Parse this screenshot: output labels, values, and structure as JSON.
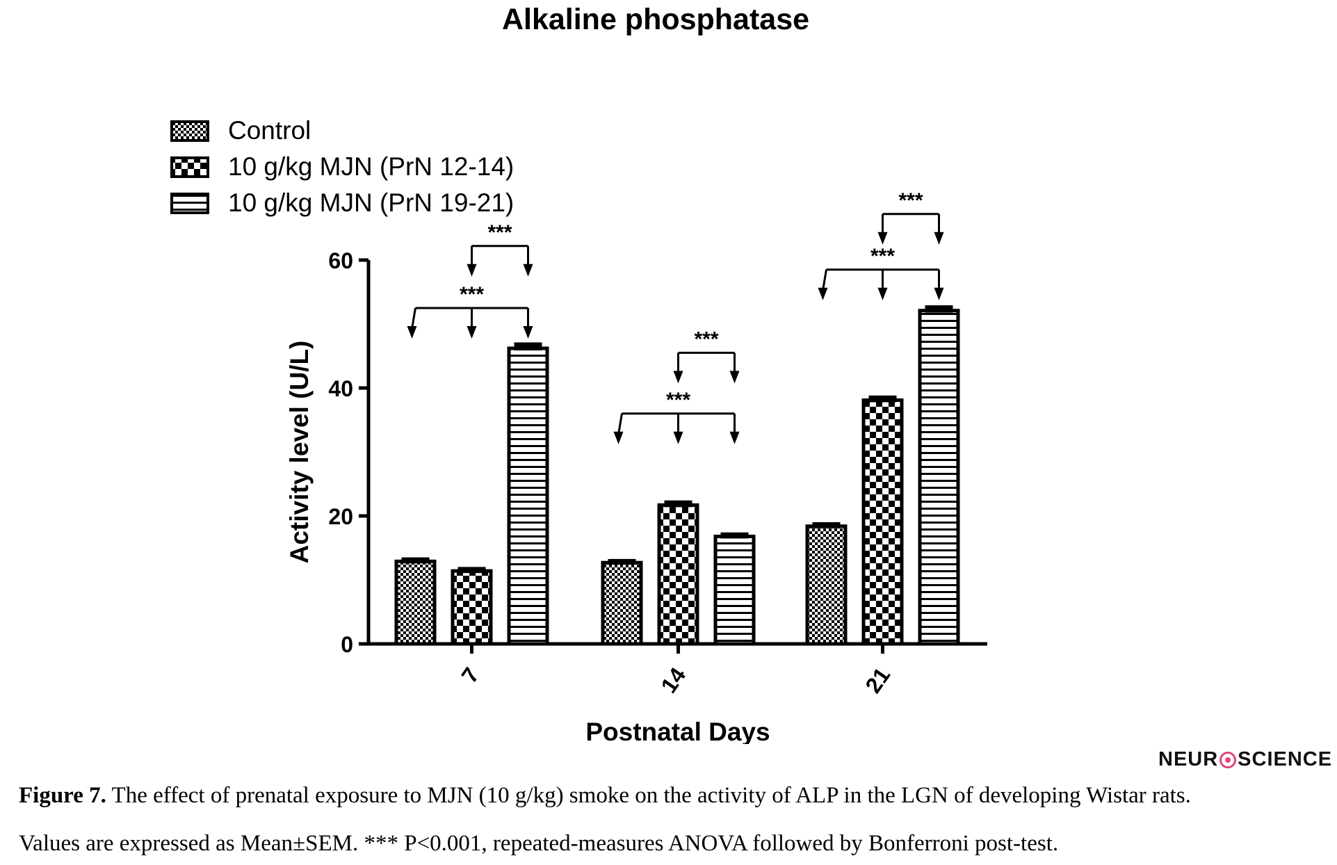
{
  "chart_data": {
    "type": "bar",
    "title": "Alkaline phosphatase",
    "xlabel": "Postnatal Days",
    "ylabel": "Activity level (U/L)",
    "ylim": [
      0,
      60
    ],
    "yticks": [
      "0",
      "20",
      "40",
      "60"
    ],
    "categories": [
      "7",
      "14",
      "21"
    ],
    "series": [
      {
        "name": "Control",
        "pattern": "fine-check",
        "values": [
          12.9,
          12.7,
          18.4
        ],
        "sem": [
          0.3,
          0.25,
          0.3
        ]
      },
      {
        "name": "10 g/kg MJN (PrN 12-14)",
        "pattern": "coarse-check",
        "values": [
          11.4,
          21.7,
          38.1
        ],
        "sem": [
          0.3,
          0.4,
          0.4
        ]
      },
      {
        "name": "10 g/kg MJN (PrN 19-21)",
        "pattern": "horizontal-stripes",
        "values": [
          46.2,
          16.8,
          52.1
        ],
        "sem": [
          0.6,
          0.3,
          0.5
        ]
      }
    ],
    "annotations": [
      {
        "category": "7",
        "compare": [
          0,
          1,
          2
        ],
        "label": "***",
        "level": 52.5
      },
      {
        "category": "7",
        "compare": [
          1,
          2
        ],
        "label": "***",
        "level": 62.2
      },
      {
        "category": "14",
        "compare": [
          0,
          1,
          2
        ],
        "label": "***",
        "level": 36.0
      },
      {
        "category": "14",
        "compare": [
          1,
          2
        ],
        "label": "***",
        "level": 45.5
      },
      {
        "category": "21",
        "compare": [
          0,
          1,
          2
        ],
        "label": "***",
        "level": 58.5
      },
      {
        "category": "21",
        "compare": [
          1,
          2
        ],
        "label": "***",
        "level": 67.2
      }
    ],
    "legend": "top-left",
    "grid": false
  },
  "colors": {
    "ink": "#000000",
    "logo_accent": "#e0467c"
  },
  "logo": {
    "part1": "NEUR",
    "part2": "SCIENCE"
  },
  "caption": {
    "label": "Figure 7.",
    "line1": " The effect of prenatal exposure to MJN (10 g/kg) smoke on the activity of ALP in the LGN of developing Wistar rats.",
    "line2": "Values are expressed as Mean±SEM. *** P<0.001, repeated-measures ANOVA followed by Bonferroni post-test."
  }
}
